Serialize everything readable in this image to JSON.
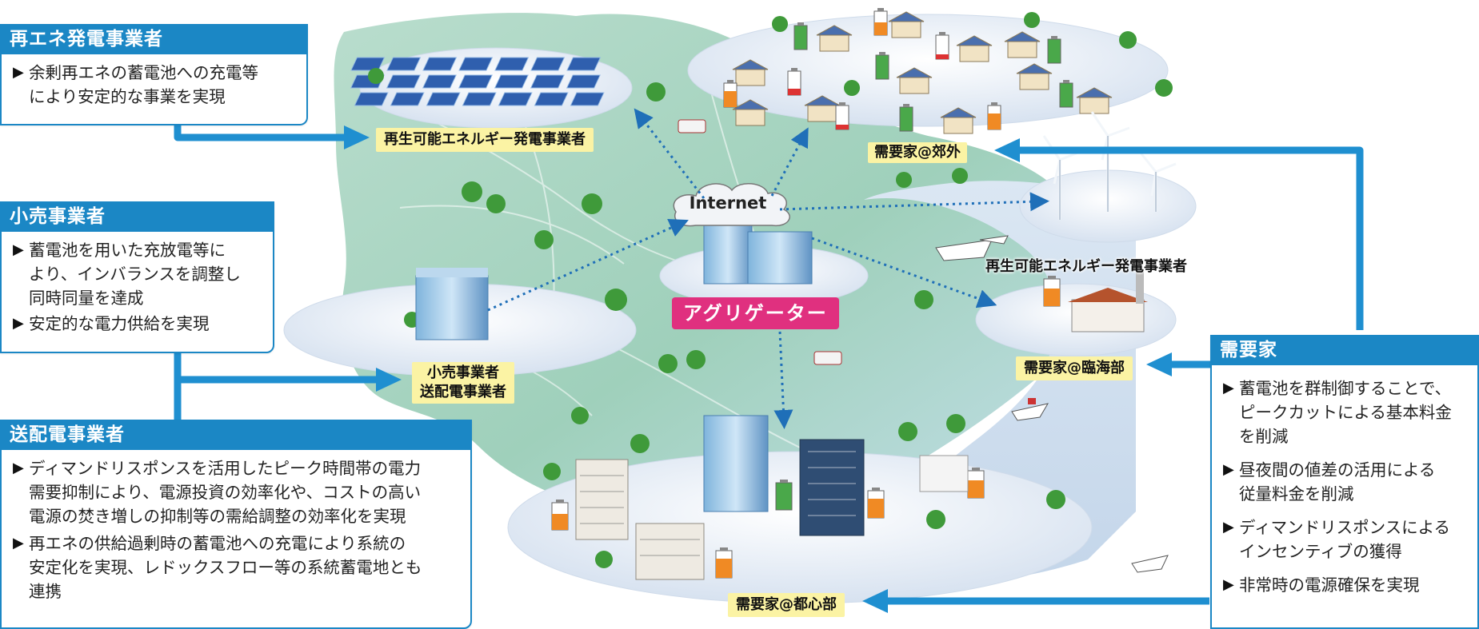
{
  "boxes": {
    "renewable": {
      "title": "再エネ発電事業者",
      "items": [
        "余剰再エネの蓄電池への充電等\nにより安定的な事業を実現"
      ]
    },
    "retail": {
      "title": "小売事業者",
      "items": [
        "蓄電池を用いた充放電等に\nより、インバランスを調整し\n同時同量を達成",
        "安定的な電力供給を実現"
      ]
    },
    "transmission": {
      "title": "送配電事業者",
      "items": [
        "ディマンドリスポンスを活用したピーク時間帯の電力\n需要抑制により、電源投資の効率化や、コストの高い\n電源の焚き増しの抑制等の需給調整の効率化を実現",
        "再エネの供給過剰時の蓄電池への充電により系統の\n安定化を実現、レドックスフロー等の系統蓄電地とも\n連携"
      ]
    },
    "consumer": {
      "title": "需要家",
      "items": [
        "蓄電池を群制御することで、\nピークカットによる基本料金\nを削減",
        "昼夜間の値差の活用による\n従量料金を削減",
        "ディマンドリスポンスによる\nインセンティブの獲得",
        "非常時の電源確保を実現"
      ]
    }
  },
  "labels": {
    "renewable_top": "再生可能エネルギー発電事業者",
    "renewable_right": "再生可能エネルギー発電事業者",
    "suburb": "需要家@郊外",
    "coastal": "需要家@臨海部",
    "downtown": "需要家@都心部",
    "retail_transmission": "小売事業者\n送配電事業者",
    "aggregator": "アグリゲーター",
    "internet": "Internet"
  },
  "bullet_glyph": "▶",
  "colors": {
    "box_blue": "#1b87c5",
    "arrow_blue": "#1f8fd0",
    "label_yellow": "#fbf3a4",
    "aggregator_pink": "#e0307f",
    "map_green": "#9ccfb9",
    "sea_blue": "#cfe0ef"
  },
  "icons": [
    "solar-panel-icon",
    "house-icon",
    "battery-icon",
    "tree-icon",
    "building-icon",
    "wind-turbine-icon",
    "factory-icon",
    "ship-icon",
    "bus-icon",
    "cloud-icon"
  ]
}
